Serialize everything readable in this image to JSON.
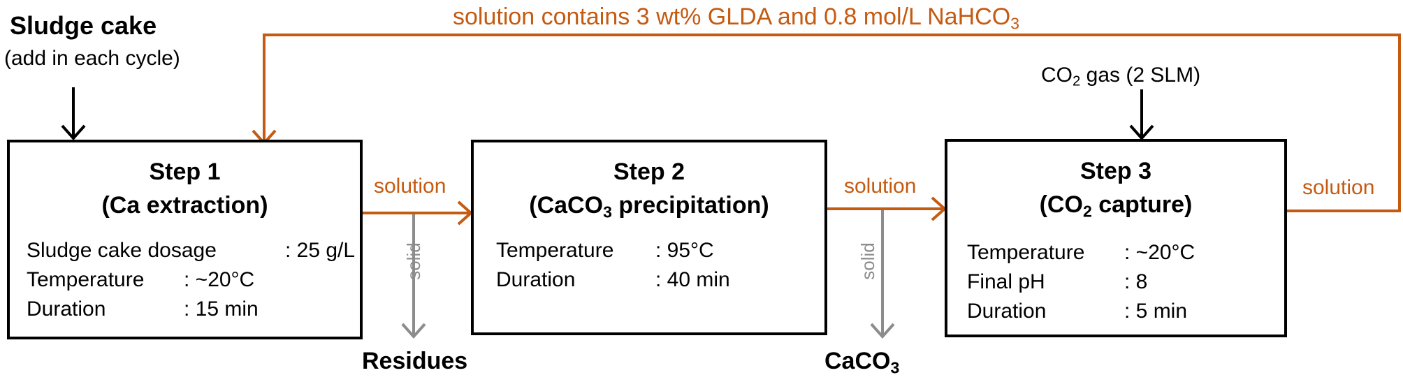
{
  "feed": {
    "title": "Sludge cake",
    "subtitle": "(add in each cycle)"
  },
  "recycle": {
    "prefix": "solution contains 3 wt% GLDA and 0.8 mol/L NaHCO",
    "sub": "3"
  },
  "co2_gas": {
    "prefix": "CO",
    "sub": "2",
    "suffix": " gas (2 SLM)"
  },
  "steps": [
    {
      "title": "Step 1",
      "subtitle": "(Ca extraction)",
      "params": [
        {
          "label": "Sludge cake dosage",
          "value": ": 25 g/L"
        },
        {
          "label": "Temperature",
          "value": ": ~20°C"
        },
        {
          "label": "Duration",
          "value": ": 15 min"
        }
      ]
    },
    {
      "title": "Step 2",
      "subtitle_prefix": "(CaCO",
      "subtitle_sub": "3",
      "subtitle_suffix": " precipitation)",
      "params": [
        {
          "label": "Temperature",
          "value": ": 95°C"
        },
        {
          "label": "Duration",
          "value": ": 40 min"
        }
      ]
    },
    {
      "title": "Step 3",
      "subtitle_prefix": "(CO",
      "subtitle_sub": "2",
      "subtitle_suffix": " capture)",
      "params": [
        {
          "label": "Temperature",
          "value": ": ~20°C"
        },
        {
          "label": "Final pH",
          "value": ": 8"
        },
        {
          "label": "Duration",
          "value": ": 5 min"
        }
      ]
    }
  ],
  "flows": {
    "solution_1": "solution",
    "solution_2": "solution",
    "solution_3": "solution",
    "solid_1": "solid",
    "solid_2": "solid"
  },
  "outputs": {
    "residues": "Residues",
    "caco3_prefix": "CaCO",
    "caco3_sub": "3"
  },
  "colors": {
    "orange": "#c55a11",
    "grey": "#8c8c8c",
    "black": "#000000"
  }
}
